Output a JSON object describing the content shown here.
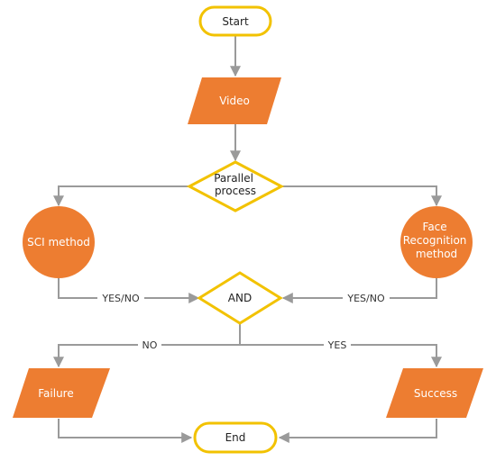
{
  "colors": {
    "orange": "#ED7D31",
    "yellow": "#F2C200",
    "connector": "#9A9A9A",
    "background": "#FFFFFF"
  },
  "nodes": {
    "start": "Start",
    "video": "Video",
    "parallel": [
      "Parallel",
      "process"
    ],
    "sci": "SCI method",
    "face": [
      "Face",
      "Recognition",
      "method"
    ],
    "and": "AND",
    "failure": "Failure",
    "success": "Success",
    "end": "End"
  },
  "edges": {
    "sci_to_and": "YES/NO",
    "face_to_and": "YES/NO",
    "and_to_failure": "NO",
    "and_to_success": "YES"
  }
}
